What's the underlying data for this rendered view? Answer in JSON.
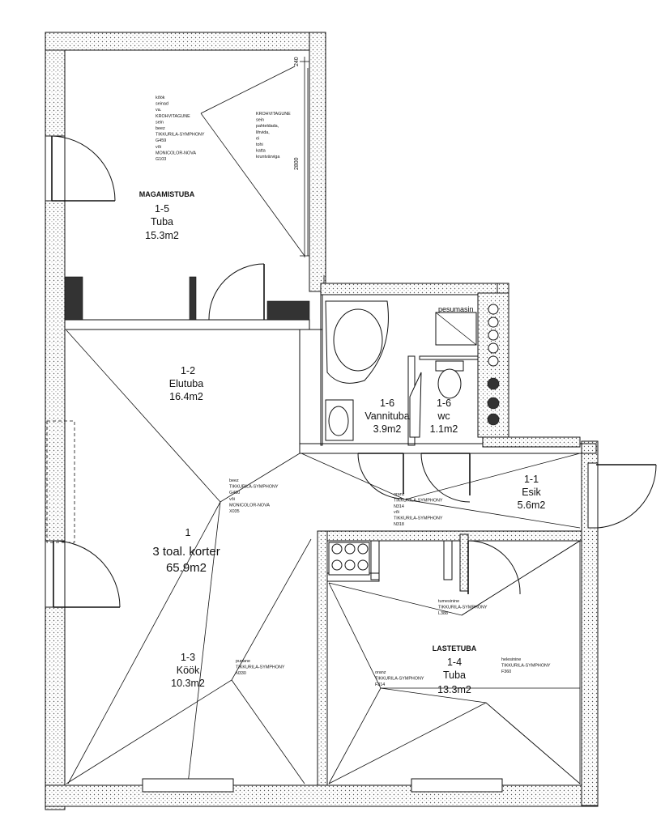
{
  "apartment": {
    "number": "1",
    "name": "3 toal. korter",
    "area": "65.9m2"
  },
  "rooms": {
    "magamistuba": {
      "title": "MAGAMISTUBA",
      "code": "1-5",
      "name": "Tuba",
      "area": "15.3m2"
    },
    "elutuba": {
      "code": "1-2",
      "name": "Elutuba",
      "area": "16.4m2"
    },
    "kook": {
      "code": "1-3",
      "name": "Köök",
      "area": "10.3m2"
    },
    "lastetuba": {
      "title": "LASTETUBA",
      "code": "1-4",
      "name": "Tuba",
      "area": "13.3m2"
    },
    "vannituba": {
      "code": "1-6",
      "name": "Vannituba",
      "area": "3.9m2"
    },
    "wc": {
      "code": "1-6",
      "name": "wc",
      "area": "1.1m2"
    },
    "esik": {
      "code": "1-1",
      "name": "Esik",
      "area": "5.6m2"
    }
  },
  "appliance": {
    "label": "pesumasin"
  },
  "dimensions": {
    "top": "240",
    "side": "2800"
  },
  "notes": {
    "kitchen_wall": [
      "kõök",
      "seinad",
      "va.",
      "KROHVITAGUNE",
      "sein",
      "beez",
      "TIKKURILA-SYMPHONY",
      "G459",
      "või",
      "MONICOLOR-NOVA",
      "G103"
    ],
    "krohv": [
      "KROHVITAGUNE",
      "sein",
      "pahteldada,",
      "lihvida,",
      "ei",
      "tohi",
      "katta",
      "kruntvärviga"
    ],
    "elutuba": [
      "beez",
      "TIKKURILA-SYMPHONY",
      "G480",
      "või",
      "MONICOLOR-NOVA",
      "X035"
    ],
    "esik": [
      "oranz",
      "TIKKURILA-SYMPHONY",
      "N314",
      "või",
      "TIKKURILA-SYMPHONY",
      "N318"
    ],
    "lastetuba_blue": [
      "tumesinine",
      "TIKKURILA-SYMPHONY",
      "L388"
    ],
    "kook": [
      "punane",
      "TIKKURILA-SYMPHONY",
      "N330"
    ],
    "lastetuba_orange": [
      "oranz",
      "TIKKURILA-SYMPHONY",
      "F314"
    ],
    "lastetuba_light": [
      "helesinine",
      "TIKKURILA-SYMPHONY",
      "F360"
    ]
  }
}
